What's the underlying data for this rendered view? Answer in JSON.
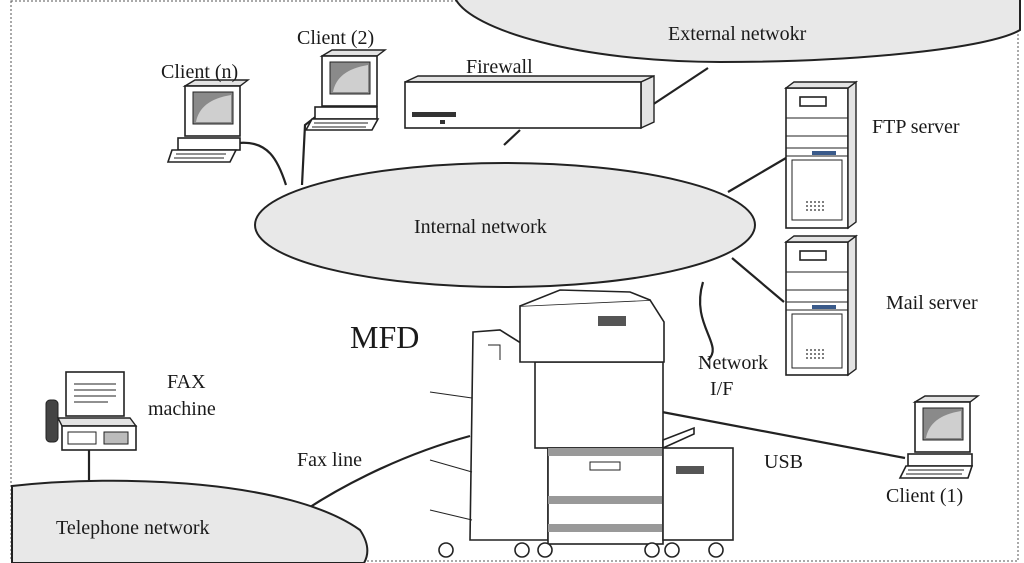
{
  "labels": {
    "external_network": "External netwokr",
    "internal_network": "Internal network",
    "telephone_network": "Telephone network",
    "firewall": "Firewall",
    "client_n": "Client (n)",
    "client_2": "Client (2)",
    "client_1": "Client (1)",
    "ftp_server": "FTP server",
    "mail_server": "Mail server",
    "mfd": "MFD",
    "network_if_line1": "Network",
    "network_if_line2": "I/F",
    "usb": "USB",
    "fax_line": "Fax line",
    "fax_machine_line1": "FAX",
    "fax_machine_line2": "machine"
  }
}
